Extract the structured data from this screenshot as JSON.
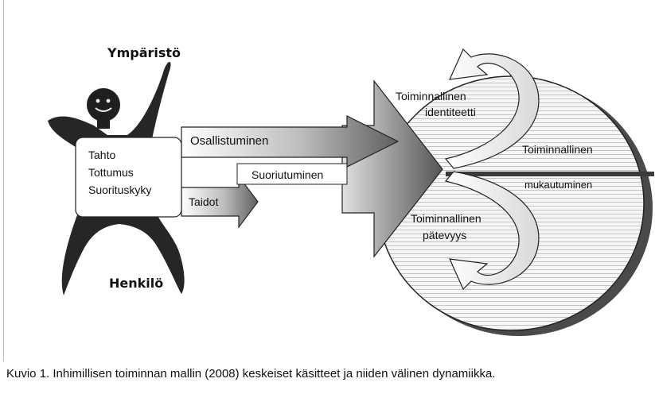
{
  "labels": {
    "environment": "Ympäristö",
    "person": "Henkilö",
    "will": "Tahto",
    "habituation": "Tottumus",
    "performance_capacity": "Suorituskyky",
    "participation": "Osallistuminen",
    "performance": "Suoriutuminen",
    "skills": "Taidot",
    "identity_line1": "Toiminnallinen",
    "identity_line2": "identiteetti",
    "adaptation_line1": "Toiminnallinen",
    "adaptation_line2": "mukautuminen",
    "competence_line1": "Toiminnallinen",
    "competence_line2": "pätevyys"
  },
  "caption": "Kuvio 1. Inhimillisen toiminnan mallin (2008) keskeiset käsitteet ja niiden välinen dynamiikka.",
  "colors": {
    "figure": "#2b2b2b",
    "arrow_dark": "#666666",
    "stripe": "#c8c8c8",
    "circle_fill": "#f4f4f4"
  }
}
